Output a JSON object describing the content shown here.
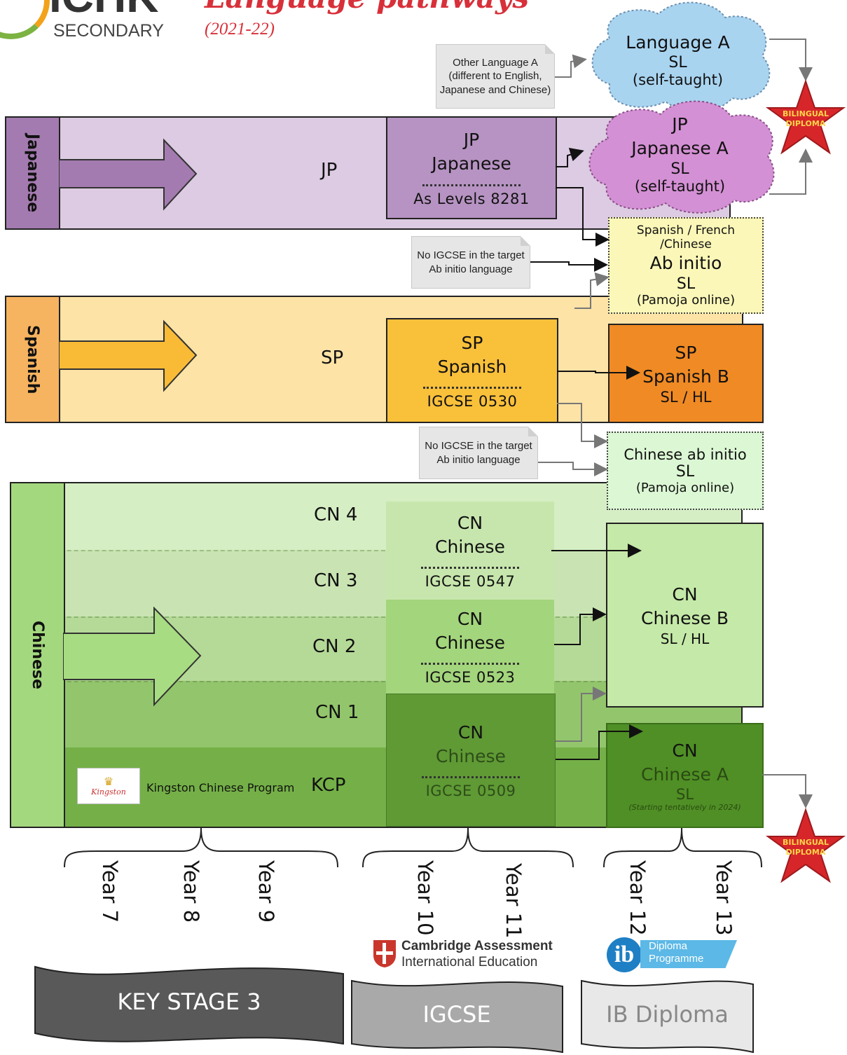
{
  "header": {
    "brand_partial": "ICHK",
    "brand_sub": "SECONDARY",
    "title_partial": "Language pathways",
    "year_range": "(2021-22)"
  },
  "rows": {
    "japanese": {
      "label": "Japanese",
      "level": "JP"
    },
    "spanish": {
      "label": "Spanish",
      "level": "SP"
    },
    "chinese": {
      "label": "Chinese",
      "levels": [
        "CN 4",
        "CN 3",
        "CN 2",
        "CN 1",
        "KCP"
      ],
      "kcp_name": "Kingston Chinese Program",
      "kcp_logo_text": "Kingston"
    }
  },
  "igcse": {
    "jp": {
      "code": "JP",
      "name": "Japanese",
      "exam": "As Levels 8281"
    },
    "sp": {
      "code": "SP",
      "name": "Spanish",
      "exam": "IGCSE 0530"
    },
    "cn1": {
      "code": "CN",
      "name": "Chinese",
      "exam": "IGCSE 0547"
    },
    "cn2": {
      "code": "CN",
      "name": "Chinese",
      "exam": "IGCSE 0523"
    },
    "cn3": {
      "code": "CN",
      "name": "Chinese",
      "exam": "IGCSE 0509"
    }
  },
  "ib": {
    "lang_a": {
      "title": "Language A",
      "level": "SL",
      "note": "(self-taught)"
    },
    "jp_a": {
      "code": "JP",
      "title": "Japanese A",
      "level": "SL",
      "note": "(self-taught)"
    },
    "ab_initio": {
      "langs": "Spanish / French /Chinese",
      "title": "Ab initio",
      "level": "SL",
      "note": "(Pamoja online)"
    },
    "spanish_b": {
      "code": "SP",
      "title": "Spanish B",
      "level": "SL / HL"
    },
    "chinese_ab_initio": {
      "title": "Chinese ab initio",
      "level": "SL",
      "note": "(Pamoja online)"
    },
    "chinese_b": {
      "code": "CN",
      "title": "Chinese B",
      "level": "SL / HL"
    },
    "chinese_a": {
      "code": "CN",
      "title": "Chinese A",
      "level": "SL",
      "note": "(Starting tentatively in 2024)"
    }
  },
  "notes": {
    "other_lang": "Other Language A (different to English, Japanese and Chinese)",
    "no_igcse_1": "No IGCSE in the target Ab initio language",
    "no_igcse_2": "No IGCSE in the target Ab initio language"
  },
  "badges": {
    "bilingual": "BILINGUAL DIPLOMA"
  },
  "years": [
    "Year 7",
    "Year 8",
    "Year 9",
    "Year 10",
    "Year 11",
    "Year 12",
    "Year 13"
  ],
  "logos": {
    "cambridge_line1": "Cambridge Assessment",
    "cambridge_line2": "International Education",
    "ib_line1": "Diploma",
    "ib_line2": "Programme"
  },
  "stages": {
    "ks3": "KEY STAGE 3",
    "igcse": "IGCSE",
    "ib": "IB Diploma"
  },
  "colors": {
    "jp_row": "#dccbe2",
    "jp_label": "#a47bb0",
    "sp_row": "#fde3a6",
    "sp_label": "#f6b360",
    "cn_row": "#d2ecbf",
    "cn_label": "#9fd47a",
    "spanish_b": "#f08a24",
    "ab_initio": "#fbf7b8",
    "lang_a_cloud": "#a9d4f0",
    "jp_a_cloud": "#d490d4",
    "star": "#d7262a"
  }
}
